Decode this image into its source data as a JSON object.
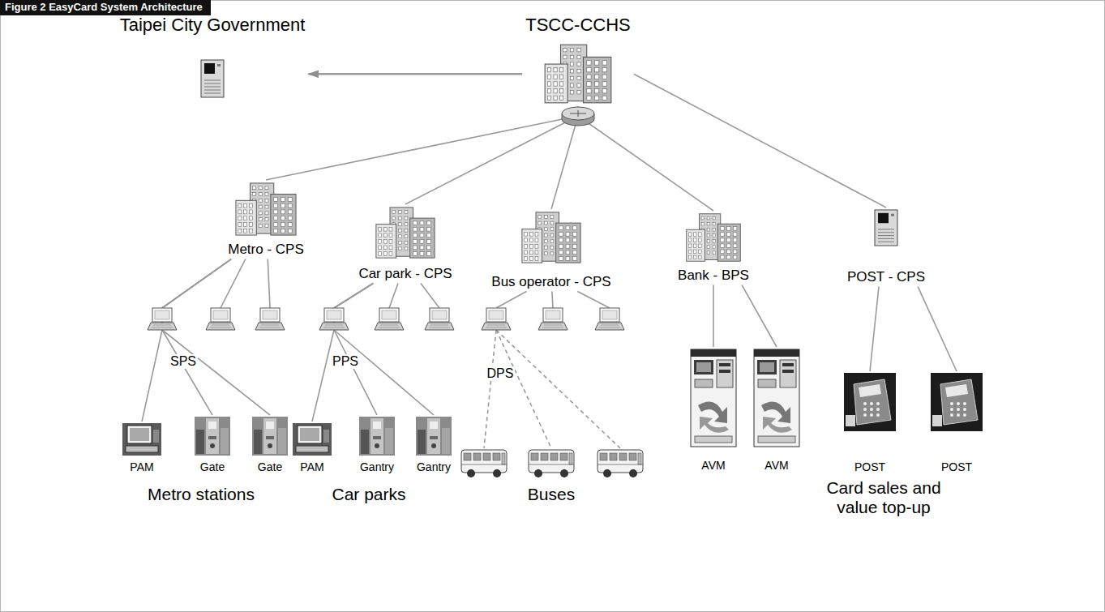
{
  "diagram": {
    "title": "Figure 2 EasyCard System Architecture",
    "nodes": [
      {
        "text": [
          "Taipei City Government"
        ]
      },
      {
        "text": [
          "TSCC-CCHS"
        ]
      },
      {
        "text": [
          "Metro - CPS"
        ]
      },
      {
        "text": [
          "Car park - CPS"
        ]
      },
      {
        "text": [
          "Bus operator - CPS"
        ]
      },
      {
        "text": [
          "Bank - BPS"
        ]
      },
      {
        "text": [
          "POST - CPS"
        ]
      },
      {
        "text": [
          "PAM"
        ]
      },
      {
        "text": [
          "Gate"
        ]
      },
      {
        "text": [
          "Gate"
        ]
      },
      {
        "text": [
          "PAM"
        ]
      },
      {
        "text": [
          "Gantry"
        ]
      },
      {
        "text": [
          "Gantry"
        ]
      },
      {
        "text": [
          "AVM"
        ]
      },
      {
        "text": [
          "AVM"
        ]
      },
      {
        "text": [
          "POST"
        ]
      },
      {
        "text": [
          "POST"
        ]
      }
    ],
    "edges": [
      {
        "from": 1,
        "to": 0,
        "arrow": "to"
      },
      {
        "from": 1,
        "to": 2,
        "arrow": "none"
      },
      {
        "from": 1,
        "to": 3,
        "arrow": "none"
      },
      {
        "from": 1,
        "to": 4,
        "arrow": "none"
      },
      {
        "from": 1,
        "to": 5,
        "arrow": "none"
      },
      {
        "from": 1,
        "to": 6,
        "arrow": "none"
      },
      {
        "from": 2,
        "to": 7,
        "arrow": "none"
      },
      {
        "from": 2,
        "to": 8,
        "arrow": "none"
      },
      {
        "from": 2,
        "to": 9,
        "arrow": "none"
      },
      {
        "from": 3,
        "to": 10,
        "arrow": "none"
      },
      {
        "from": 3,
        "to": 11,
        "arrow": "none"
      },
      {
        "from": 3,
        "to": 12,
        "arrow": "none"
      },
      {
        "from": 5,
        "to": 13,
        "arrow": "none"
      },
      {
        "from": 5,
        "to": 14,
        "arrow": "none"
      },
      {
        "from": 6,
        "to": 15,
        "arrow": "none"
      },
      {
        "from": 6,
        "to": 16,
        "arrow": "none"
      }
    ],
    "labels": [
      "SPS",
      "PPS",
      "DPS",
      "Metro stations",
      "Car parks",
      "Buses",
      "Card sales and value top-up"
    ]
  }
}
